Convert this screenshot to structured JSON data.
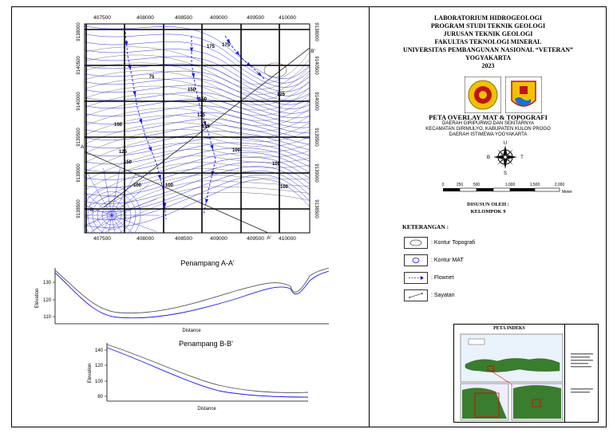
{
  "map": {
    "x_ticks_top": [
      "407500",
      "408000",
      "408500",
      "409000",
      "409500",
      "410000"
    ],
    "x_ticks_bottom": [
      "407500",
      "408000",
      "408500",
      "409000",
      "409500",
      "410000"
    ],
    "y_ticks_left": [
      "9140500",
      "9140000",
      "9139500",
      "9139000",
      "9138500",
      "9138000"
    ],
    "y_ticks_right": [
      "9140500",
      "9140000",
      "9139500",
      "9139000",
      "9138500",
      "9138000"
    ],
    "contour_labels": [
      "175",
      "175",
      "150",
      "75",
      "150",
      "150",
      "125",
      "125",
      "150",
      "125",
      "125",
      "100",
      "100",
      "100",
      "100",
      "100"
    ],
    "section_labels": {
      "a": "A",
      "a_prime": "A'",
      "b": "B",
      "b_prime": "B'"
    }
  },
  "sections": {
    "aa": {
      "title": "Penampang A-A'",
      "ylabel": "Elevation",
      "xlabel": "Distance",
      "yticks": [
        "130",
        "120",
        "110"
      ]
    },
    "bb": {
      "title": "Penampang B-B'",
      "ylabel": "Elevation",
      "xlabel": "Distance",
      "yticks": [
        "140",
        "120",
        "100",
        "80"
      ]
    }
  },
  "titleblock": {
    "lines": [
      "LABORATORIUM HIDROGEOLOGI",
      "PROGRAM STUDI TEKNIK GEOLOGI",
      "JURUSAN TEKNIK GEOLOGI",
      "FAKULTAS TEKNOLOGI MINERAL",
      "UNIVERSITAS PEMBANGUNAN NASIONAL “VETERAN”",
      "YOGYAKARTA",
      "2023"
    ],
    "map_title": "PETA OVERLAY MAT & TOPOGRAFI",
    "subtitle_lines": [
      "DAERAH GIRIPURWO DAN SEKITARNYA",
      "KECAMATAN GIRIMULYO, KABUPATEN KULON PROGO",
      "DAERAH ISTIMEWA YOGYAKARTA"
    ],
    "compass": {
      "north": "U",
      "south": "S",
      "west": "B",
      "east": "T"
    },
    "scale_ticks": [
      "0",
      "250",
      "500",
      "1,000",
      "1,500",
      "2,000"
    ],
    "scale_unit": "Meter",
    "author_label": "DISUSUN OLEH :",
    "author": "KELOMPOK 9",
    "legend_title": "KETERANGAN :",
    "legend": [
      {
        "label": ": Kontur Topografi"
      },
      {
        "label": ": Kontur MAT"
      },
      {
        "label": ": Flownet"
      },
      {
        "label": ": Sayatan"
      }
    ],
    "index_title": "PETA INDEKS"
  },
  "colors": {
    "mat": "#1a1aff",
    "topo": "#555555",
    "flow": "#1a1aff",
    "logo_yellow": "#f2c200",
    "logo_red": "#c0141c",
    "map_green": "#3a7d2e"
  }
}
